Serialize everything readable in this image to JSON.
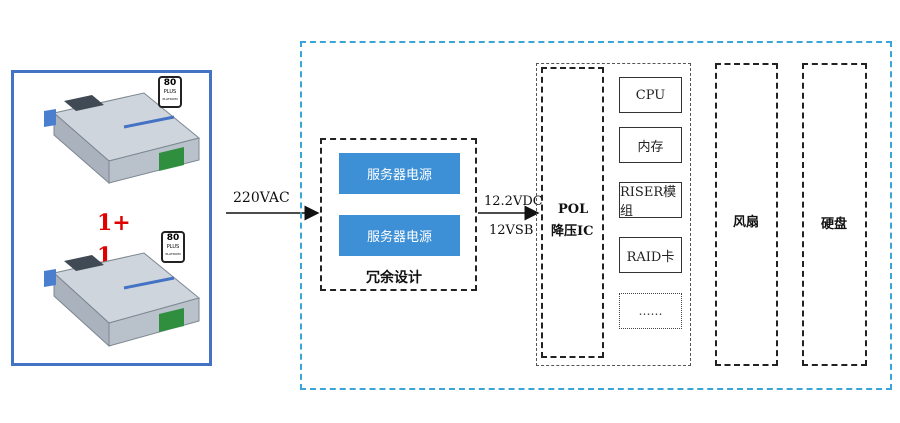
{
  "psu_panel": {
    "redundancy_text_line1": "1+",
    "redundancy_text_line2": "1",
    "badge_top_number": "80",
    "badge_top_plus": "PLUS",
    "badge_top_grade": "PLATINUM",
    "badge_bottom_number": "80",
    "badge_bottom_plus": "PLUS",
    "badge_bottom_grade": "PLATINUM"
  },
  "input_label": "220VAC",
  "redundant_group": {
    "psu_1": "服务器电源",
    "psu_2": "服务器电源",
    "caption": "冗余设计"
  },
  "output_labels": {
    "main": "12.2VDC",
    "standby": "12VSB"
  },
  "pol": {
    "line1": "POL",
    "line2": "降压IC"
  },
  "loads": [
    "CPU",
    "内存",
    "RISER模组",
    "RAID卡",
    "……"
  ],
  "fan": "风扇",
  "disk": "硬盘",
  "colors": {
    "panel_border": "#4472c4",
    "outer_border": "#3aa6d8",
    "psu_fill": "#3d8fd6",
    "redundancy_text": "#e00000"
  }
}
